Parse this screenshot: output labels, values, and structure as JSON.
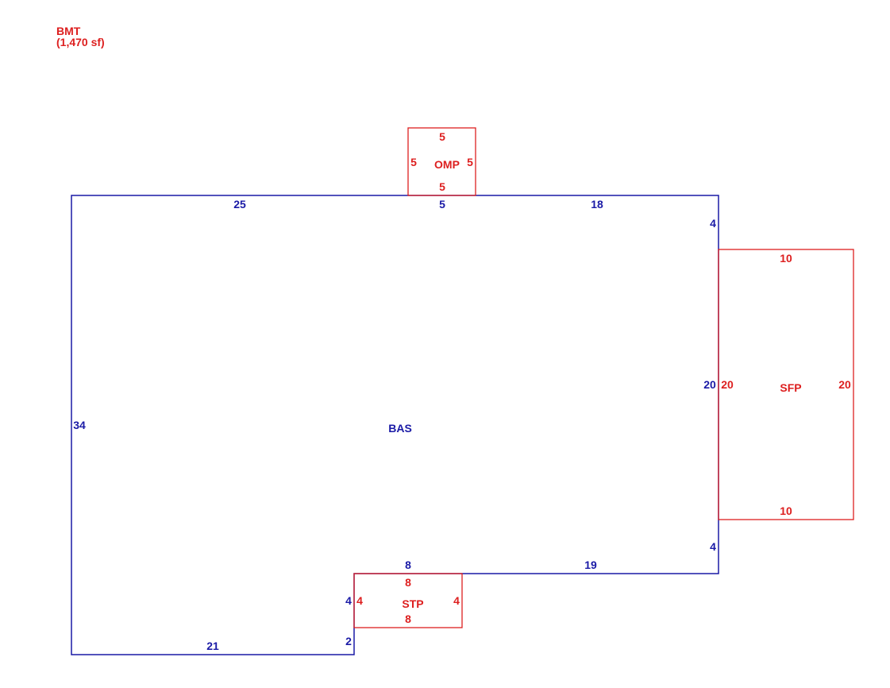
{
  "colors": {
    "main": "#1a1aa6",
    "addition": "#dd1f1f",
    "background": "#ffffff"
  },
  "header": {
    "name": "BMT",
    "area": "(1,470 sf)"
  },
  "areas": {
    "bas": {
      "label": "BAS",
      "dims": {
        "top_left": "25",
        "top_mid": "5",
        "top_right": "18",
        "right_upper": "4",
        "right_mid": "20",
        "right_lower": "4",
        "bottom_right": "19",
        "notch_top": "8",
        "notch_side": "4",
        "bottom_small": "2",
        "bottom_left": "21",
        "left": "34"
      }
    },
    "omp": {
      "label": "OMP",
      "dims": {
        "top": "5",
        "left": "5",
        "right": "5",
        "bottom": "5"
      }
    },
    "sfp": {
      "label": "SFP",
      "dims": {
        "top": "10",
        "left": "20",
        "right": "20",
        "bottom": "10"
      }
    },
    "stp": {
      "label": "STP",
      "dims": {
        "top": "8",
        "left": "4",
        "right": "4",
        "bottom": "8"
      }
    }
  }
}
